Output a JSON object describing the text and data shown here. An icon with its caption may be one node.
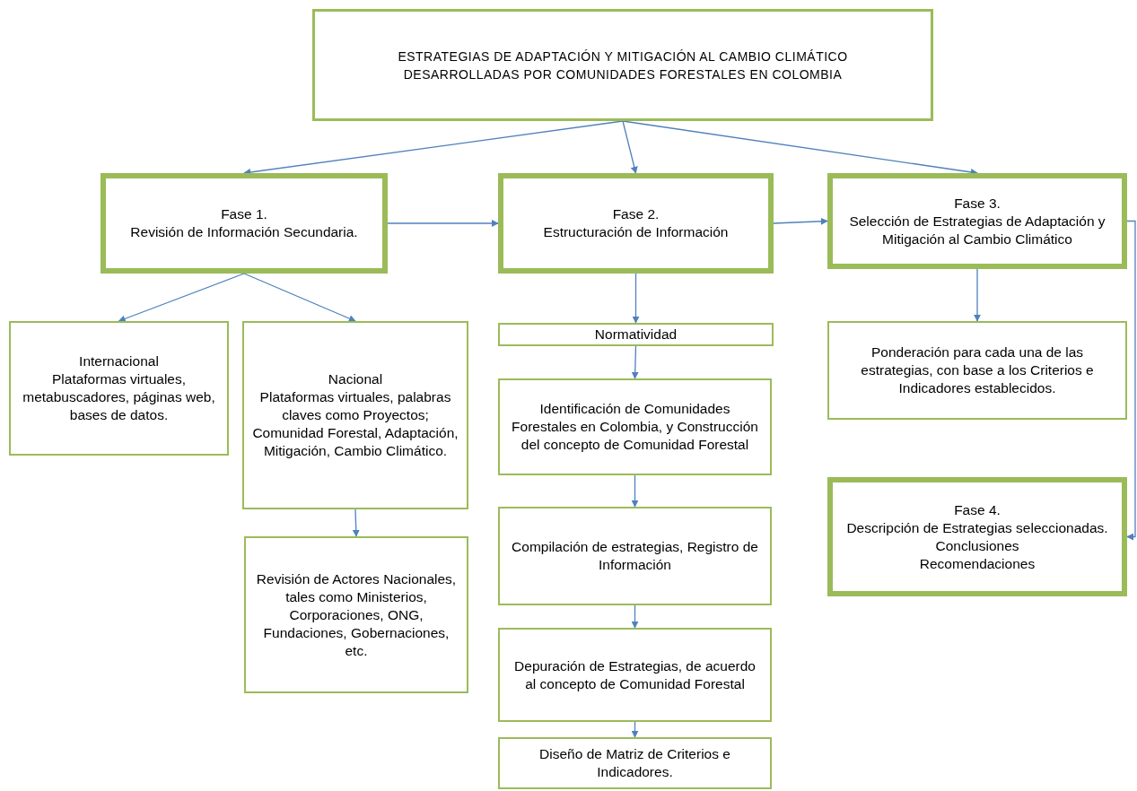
{
  "diagram": {
    "nodes": [
      {
        "text": [
          "ESTRATEGIAS DE ADAPTACIÓN Y MITIGACIÓN AL CAMBIO CLIMÁTICO DESARROLLADAS POR COMUNIDADES FORESTALES EN COLOMBIA"
        ]
      },
      {
        "text": [
          "Fase 1.",
          "Revisión de Información Secundaria."
        ]
      },
      {
        "text": [
          "Fase 2.",
          "Estructuración de Información"
        ]
      },
      {
        "text": [
          "Fase 3.",
          "Selección de Estrategias de Adaptación y Mitigación al Cambio Climático"
        ]
      },
      {
        "text": [
          "Internacional",
          "Plataformas virtuales, metabuscadores, páginas web, bases de datos."
        ]
      },
      {
        "text": [
          "Nacional",
          "Plataformas virtuales, palabras claves como Proyectos; Comunidad Forestal, Adaptación, Mitigación, Cambio Climático."
        ]
      },
      {
        "text": [
          "Revisión de Actores Nacionales, tales como Ministerios, Corporaciones, ONG, Fundaciones, Gobernaciones, etc."
        ]
      },
      {
        "text": [
          "Normatividad"
        ]
      },
      {
        "text": [
          "Identificación de Comunidades Forestales en Colombia, y Construcción del concepto de Comunidad Forestal"
        ]
      },
      {
        "text": [
          "Compilación de estrategias, Registro de Información"
        ]
      },
      {
        "text": [
          "Depuración de Estrategias, de acuerdo al concepto de Comunidad Forestal"
        ]
      },
      {
        "text": [
          "Diseño de Matriz de Criterios e Indicadores."
        ]
      },
      {
        "text": [
          "Ponderación para cada una de las estrategias, con base a los Criterios e Indicadores establecidos."
        ]
      },
      {
        "text": [
          "Fase 4.",
          "Descripción de Estrategias seleccionadas.",
          "Conclusiones",
          "Recomendaciones"
        ]
      }
    ],
    "edges": [
      {
        "from": 0,
        "to": 1,
        "arrow": "to"
      },
      {
        "from": 0,
        "to": 2,
        "arrow": "to"
      },
      {
        "from": 0,
        "to": 3,
        "arrow": "to"
      },
      {
        "from": 1,
        "to": 2,
        "arrow": "to"
      },
      {
        "from": 2,
        "to": 3,
        "arrow": "to"
      },
      {
        "from": 1,
        "to": 4,
        "arrow": "to"
      },
      {
        "from": 1,
        "to": 5,
        "arrow": "to"
      },
      {
        "from": 5,
        "to": 6,
        "arrow": "to"
      },
      {
        "from": 2,
        "to": 7,
        "arrow": "to"
      },
      {
        "from": 7,
        "to": 8,
        "arrow": "to"
      },
      {
        "from": 8,
        "to": 9,
        "arrow": "to"
      },
      {
        "from": 9,
        "to": 10,
        "arrow": "to"
      },
      {
        "from": 10,
        "to": 11,
        "arrow": "to"
      },
      {
        "from": 3,
        "to": 12,
        "arrow": "to"
      },
      {
        "from": 3,
        "to": 13,
        "arrow": "to"
      }
    ]
  }
}
